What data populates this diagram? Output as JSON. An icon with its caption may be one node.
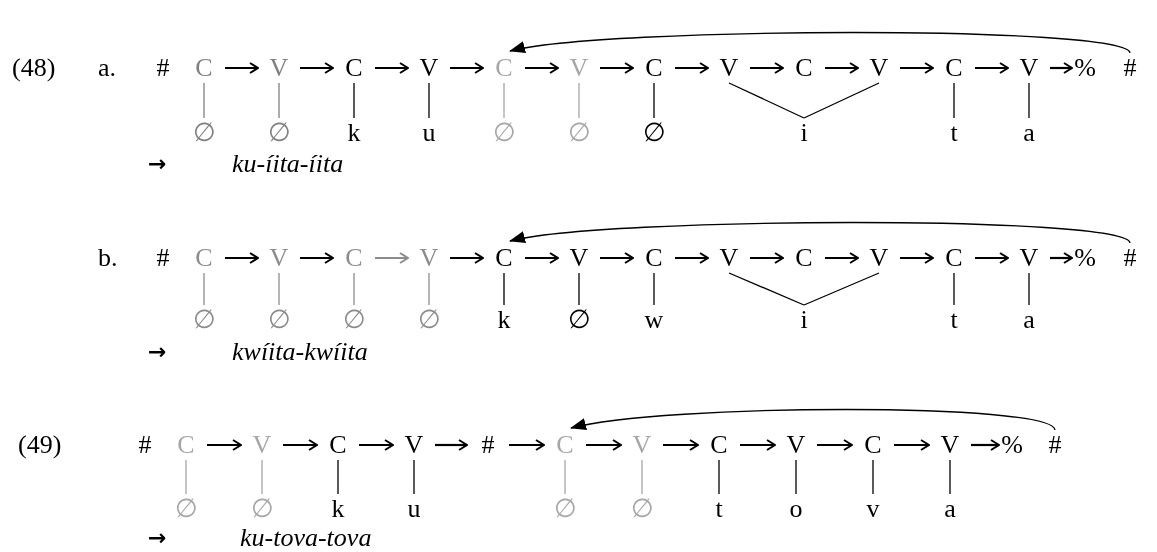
{
  "diagram": {
    "nodes": [
      {
        "text": [
          "#"
        ]
      },
      {
        "text": [
          "C"
        ]
      },
      {
        "text": [
          "V"
        ]
      },
      {
        "text": [
          "C"
        ]
      },
      {
        "text": [
          "V"
        ]
      },
      {
        "text": [
          "C"
        ]
      },
      {
        "text": [
          "V"
        ]
      },
      {
        "text": [
          "C"
        ]
      },
      {
        "text": [
          "V"
        ]
      },
      {
        "text": [
          "C"
        ]
      },
      {
        "text": [
          "V"
        ]
      },
      {
        "text": [
          "C"
        ]
      },
      {
        "text": [
          "V"
        ]
      },
      {
        "text": [
          "%"
        ]
      },
      {
        "text": [
          "#"
        ]
      },
      {
        "text": [
          "∅"
        ]
      },
      {
        "text": [
          "∅"
        ]
      },
      {
        "text": [
          "k"
        ]
      },
      {
        "text": [
          "u"
        ]
      },
      {
        "text": [
          "∅"
        ]
      },
      {
        "text": [
          "∅"
        ]
      },
      {
        "text": [
          "∅"
        ]
      },
      {
        "text": [
          "i"
        ]
      },
      {
        "text": [
          "t"
        ]
      },
      {
        "text": [
          "a"
        ]
      },
      {
        "text": [
          "#"
        ]
      },
      {
        "text": [
          "C"
        ]
      },
      {
        "text": [
          "V"
        ]
      },
      {
        "text": [
          "C"
        ]
      },
      {
        "text": [
          "V"
        ]
      },
      {
        "text": [
          "C"
        ]
      },
      {
        "text": [
          "V"
        ]
      },
      {
        "text": [
          "C"
        ]
      },
      {
        "text": [
          "V"
        ]
      },
      {
        "text": [
          "C"
        ]
      },
      {
        "text": [
          "V"
        ]
      },
      {
        "text": [
          "C"
        ]
      },
      {
        "text": [
          "V"
        ]
      },
      {
        "text": [
          "%"
        ]
      },
      {
        "text": [
          "#"
        ]
      },
      {
        "text": [
          "∅"
        ]
      },
      {
        "text": [
          "∅"
        ]
      },
      {
        "text": [
          "∅"
        ]
      },
      {
        "text": [
          "∅"
        ]
      },
      {
        "text": [
          "k"
        ]
      },
      {
        "text": [
          "∅"
        ]
      },
      {
        "text": [
          "w"
        ]
      },
      {
        "text": [
          "i"
        ]
      },
      {
        "text": [
          "t"
        ]
      },
      {
        "text": [
          "a"
        ]
      },
      {
        "text": [
          "#"
        ]
      },
      {
        "text": [
          "C"
        ]
      },
      {
        "text": [
          "V"
        ]
      },
      {
        "text": [
          "C"
        ]
      },
      {
        "text": [
          "V"
        ]
      },
      {
        "text": [
          "#"
        ]
      },
      {
        "text": [
          "C"
        ]
      },
      {
        "text": [
          "V"
        ]
      },
      {
        "text": [
          "C"
        ]
      },
      {
        "text": [
          "V"
        ]
      },
      {
        "text": [
          "C"
        ]
      },
      {
        "text": [
          "V"
        ]
      },
      {
        "text": [
          "%"
        ]
      },
      {
        "text": [
          "#"
        ]
      },
      {
        "text": [
          "∅"
        ]
      },
      {
        "text": [
          "∅"
        ]
      },
      {
        "text": [
          "k"
        ]
      },
      {
        "text": [
          "u"
        ]
      },
      {
        "text": [
          "∅"
        ]
      },
      {
        "text": [
          "∅"
        ]
      },
      {
        "text": [
          "t"
        ]
      },
      {
        "text": [
          "o"
        ]
      },
      {
        "text": [
          "v"
        ]
      },
      {
        "text": [
          "a"
        ]
      }
    ],
    "edges": [
      {
        "from": 1,
        "to": 2,
        "arrow": "to"
      },
      {
        "from": 2,
        "to": 3,
        "arrow": "to"
      },
      {
        "from": 3,
        "to": 4,
        "arrow": "to"
      },
      {
        "from": 4,
        "to": 5,
        "arrow": "to"
      },
      {
        "from": 5,
        "to": 6,
        "arrow": "to"
      },
      {
        "from": 6,
        "to": 7,
        "arrow": "to"
      },
      {
        "from": 7,
        "to": 8,
        "arrow": "to"
      },
      {
        "from": 8,
        "to": 9,
        "arrow": "to"
      },
      {
        "from": 9,
        "to": 10,
        "arrow": "to"
      },
      {
        "from": 10,
        "to": 11,
        "arrow": "to"
      },
      {
        "from": 11,
        "to": 12,
        "arrow": "to"
      },
      {
        "from": 12,
        "to": 13,
        "arrow": "to"
      },
      {
        "from": 14,
        "to": 5,
        "arrow": "to"
      },
      {
        "from": 1,
        "to": 15,
        "arrow": "none",
        "color": "#808080"
      },
      {
        "from": 2,
        "to": 16,
        "arrow": "none",
        "color": "#808080"
      },
      {
        "from": 3,
        "to": 17,
        "arrow": "none"
      },
      {
        "from": 4,
        "to": 18,
        "arrow": "none"
      },
      {
        "from": 5,
        "to": 19,
        "arrow": "none",
        "color": "#a6a6a6"
      },
      {
        "from": 6,
        "to": 20,
        "arrow": "none",
        "color": "#a6a6a6"
      },
      {
        "from": 7,
        "to": 21,
        "arrow": "none"
      },
      {
        "from": 8,
        "to": 22,
        "arrow": "none"
      },
      {
        "from": 10,
        "to": 22,
        "arrow": "none"
      },
      {
        "from": 11,
        "to": 23,
        "arrow": "none"
      },
      {
        "from": 12,
        "to": 24,
        "arrow": "none"
      },
      {
        "from": 26,
        "to": 27,
        "arrow": "to"
      },
      {
        "from": 27,
        "to": 28,
        "arrow": "to"
      },
      {
        "from": 28,
        "to": 29,
        "arrow": "to",
        "color": "#8c8c8c"
      },
      {
        "from": 29,
        "to": 30,
        "arrow": "to"
      },
      {
        "from": 30,
        "to": 31,
        "arrow": "to"
      },
      {
        "from": 31,
        "to": 32,
        "arrow": "to"
      },
      {
        "from": 32,
        "to": 33,
        "arrow": "to"
      },
      {
        "from": 33,
        "to": 34,
        "arrow": "to"
      },
      {
        "from": 34,
        "to": 35,
        "arrow": "to"
      },
      {
        "from": 35,
        "to": 36,
        "arrow": "to"
      },
      {
        "from": 36,
        "to": 37,
        "arrow": "to"
      },
      {
        "from": 37,
        "to": 38,
        "arrow": "to"
      },
      {
        "from": 39,
        "to": 30,
        "arrow": "to"
      },
      {
        "from": 26,
        "to": 40,
        "arrow": "none",
        "color": "#8c8c8c"
      },
      {
        "from": 27,
        "to": 41,
        "arrow": "none",
        "color": "#8c8c8c"
      },
      {
        "from": 28,
        "to": 42,
        "arrow": "none",
        "color": "#8c8c8c"
      },
      {
        "from": 29,
        "to": 43,
        "arrow": "none",
        "color": "#8c8c8c"
      },
      {
        "from": 30,
        "to": 44,
        "arrow": "none"
      },
      {
        "from": 31,
        "to": 45,
        "arrow": "none"
      },
      {
        "from": 32,
        "to": 46,
        "arrow": "none"
      },
      {
        "from": 33,
        "to": 47,
        "arrow": "none"
      },
      {
        "from": 35,
        "to": 47,
        "arrow": "none"
      },
      {
        "from": 36,
        "to": 48,
        "arrow": "none"
      },
      {
        "from": 37,
        "to": 49,
        "arrow": "none"
      },
      {
        "from": 51,
        "to": 52,
        "arrow": "to"
      },
      {
        "from": 52,
        "to": 53,
        "arrow": "to"
      },
      {
        "from": 53,
        "to": 54,
        "arrow": "to"
      },
      {
        "from": 54,
        "to": 55,
        "arrow": "to"
      },
      {
        "from": 55,
        "to": 56,
        "arrow": "to"
      },
      {
        "from": 56,
        "to": 57,
        "arrow": "to"
      },
      {
        "from": 57,
        "to": 58,
        "arrow": "to"
      },
      {
        "from": 58,
        "to": 59,
        "arrow": "to"
      },
      {
        "from": 59,
        "to": 60,
        "arrow": "to"
      },
      {
        "from": 60,
        "to": 61,
        "arrow": "to"
      },
      {
        "from": 61,
        "to": 62,
        "arrow": "to"
      },
      {
        "from": 63,
        "to": 56,
        "arrow": "to"
      },
      {
        "from": 51,
        "to": 64,
        "arrow": "none",
        "color": "#a6a6a6"
      },
      {
        "from": 52,
        "to": 65,
        "arrow": "none",
        "color": "#a6a6a6"
      },
      {
        "from": 53,
        "to": 66,
        "arrow": "none"
      },
      {
        "from": 54,
        "to": 67,
        "arrow": "none"
      },
      {
        "from": 56,
        "to": 68,
        "arrow": "none",
        "color": "#a6a6a6"
      },
      {
        "from": 57,
        "to": 69,
        "arrow": "none",
        "color": "#a6a6a6"
      },
      {
        "from": 58,
        "to": 70,
        "arrow": "none"
      },
      {
        "from": 59,
        "to": 71,
        "arrow": "none"
      },
      {
        "from": 60,
        "to": 72,
        "arrow": "none"
      },
      {
        "from": 61,
        "to": 73,
        "arrow": "none"
      }
    ],
    "labels": [
      "(48)",
      "a.",
      "→",
      "ku-íita-íita",
      "b.",
      "→",
      "kwíita-kwíita",
      "(49)",
      "→",
      "ku-tova-tova"
    ]
  }
}
